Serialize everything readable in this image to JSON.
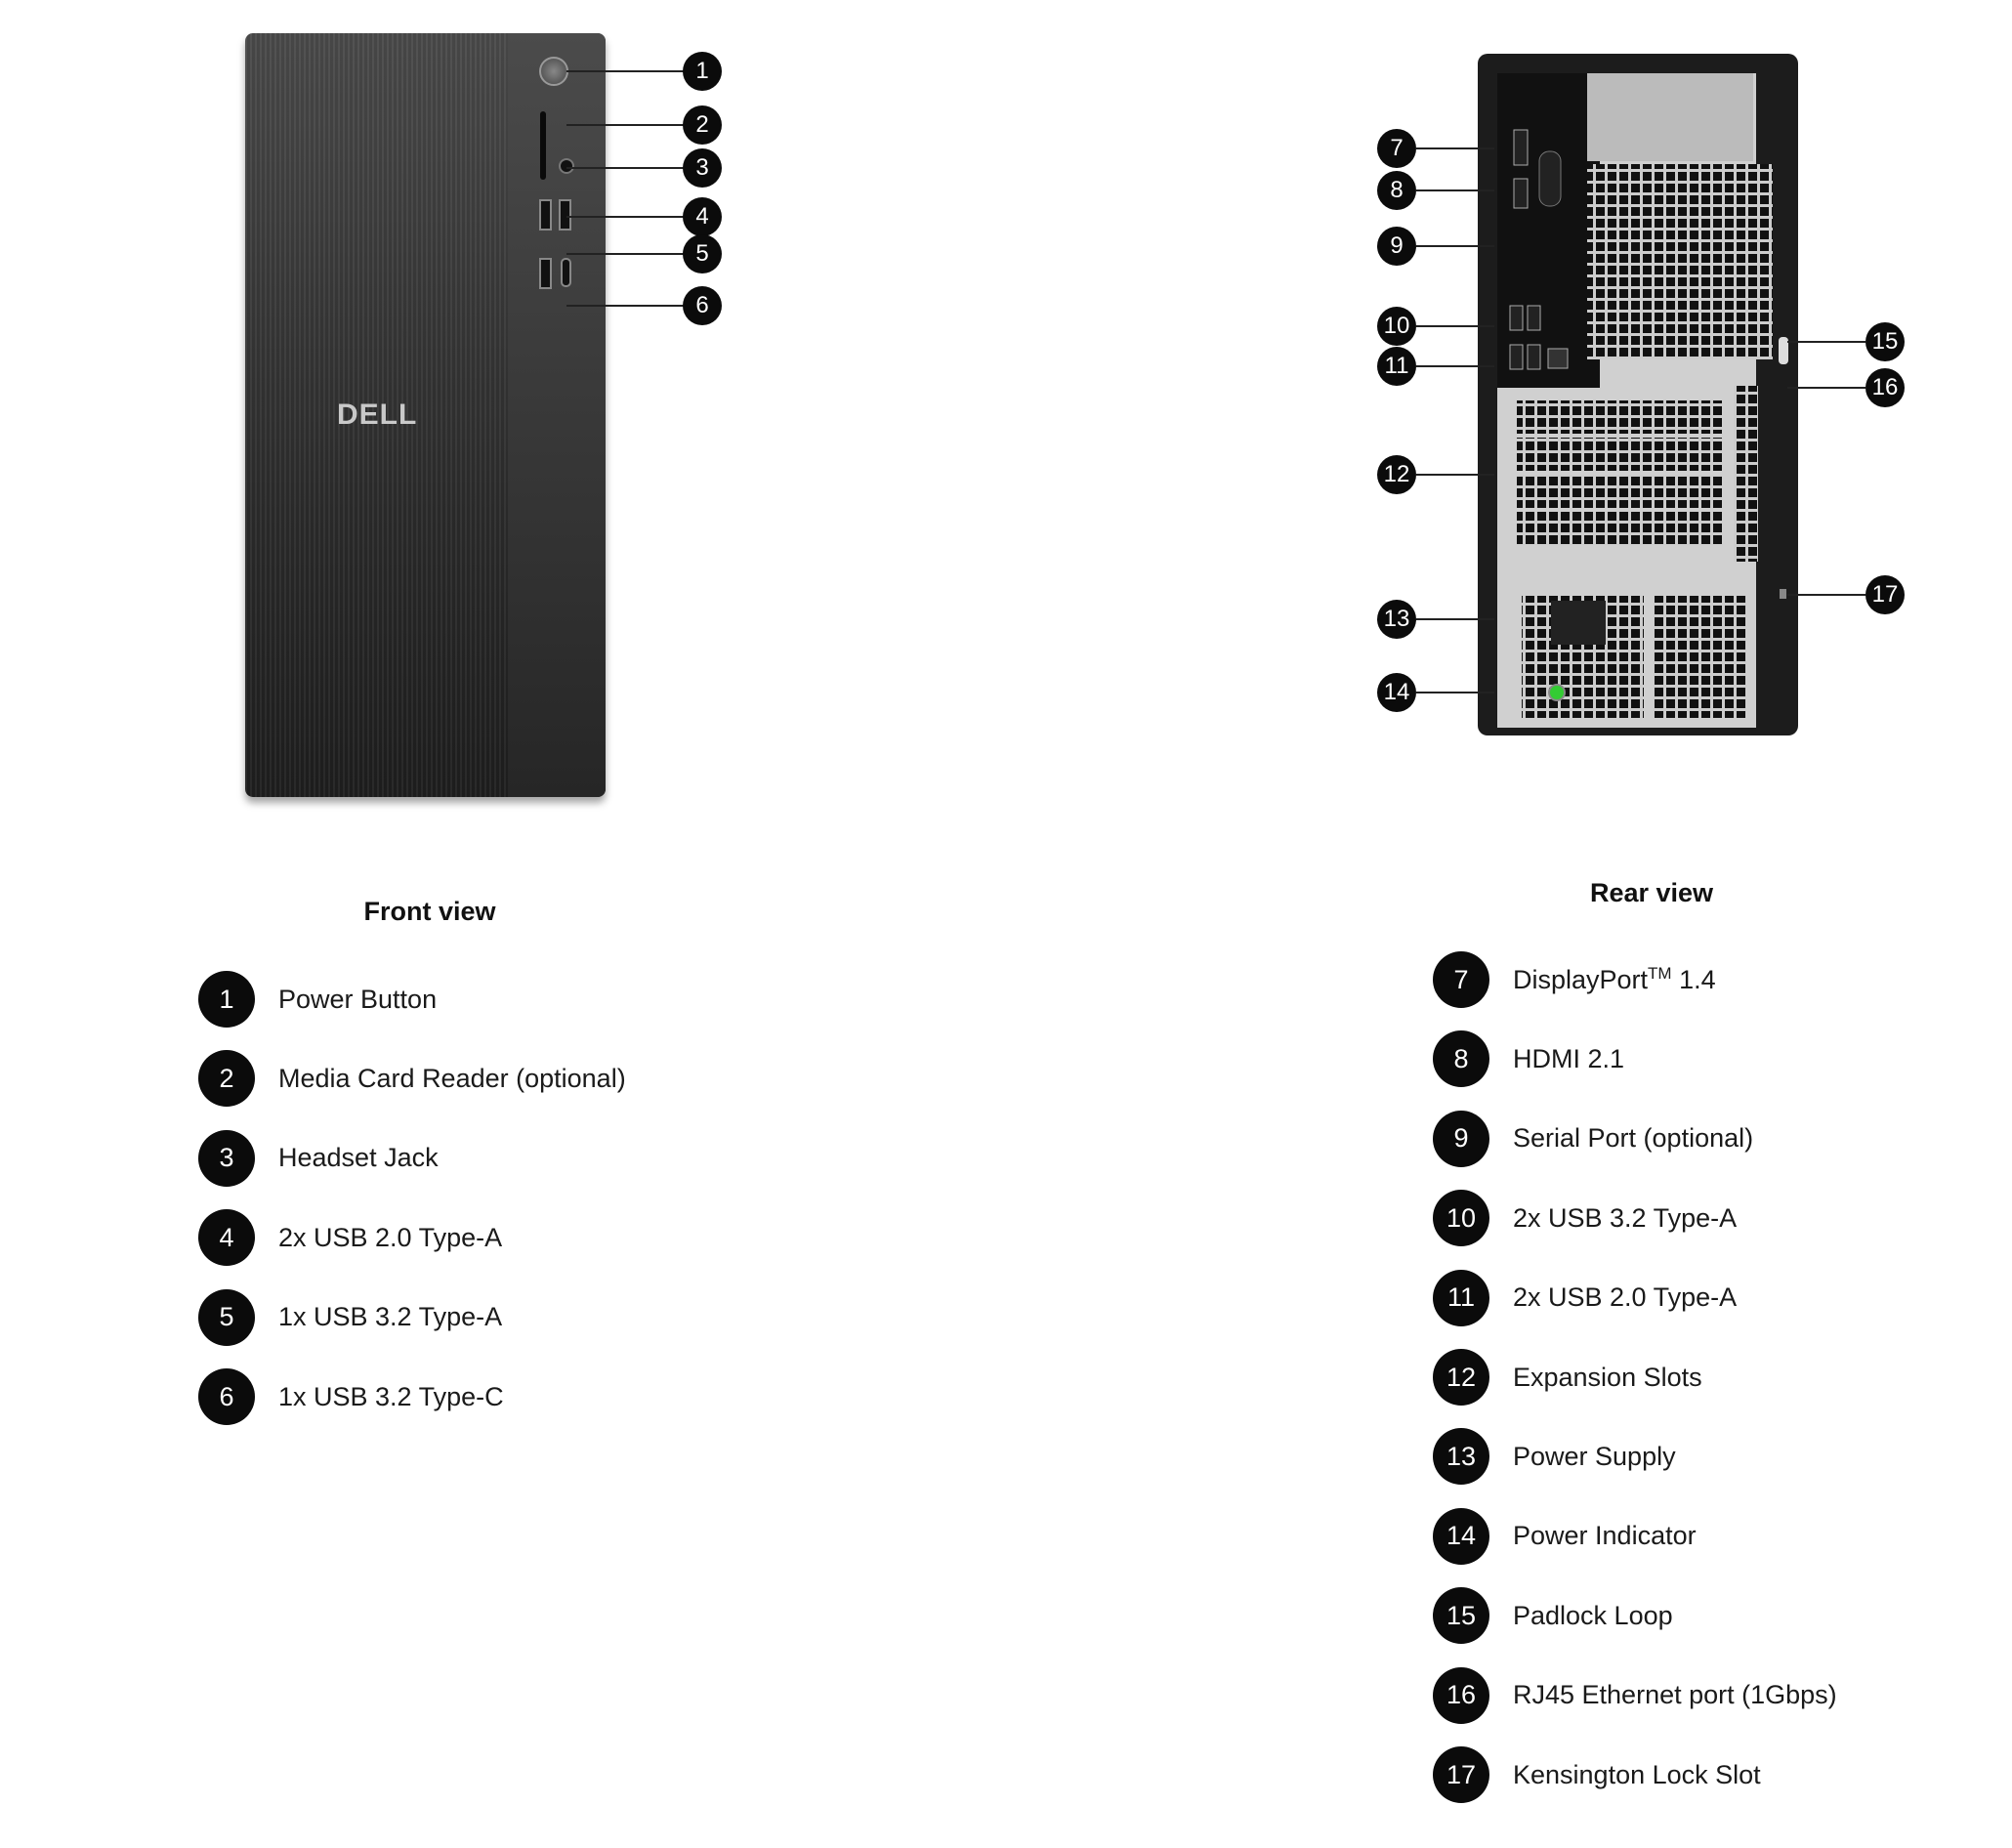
{
  "brand": "DELL",
  "front": {
    "title": "Front view",
    "items": [
      {
        "n": "1",
        "label": "Power Button"
      },
      {
        "n": "2",
        "label": "Media Card Reader (optional)"
      },
      {
        "n": "3",
        "label": "Headset Jack"
      },
      {
        "n": "4",
        "label": "2x USB 2.0 Type-A"
      },
      {
        "n": "5",
        "label": "1x USB 3.2 Type-A"
      },
      {
        "n": "6",
        "label": "1x USB 3.2 Type-C"
      }
    ]
  },
  "rear": {
    "title": "Rear view",
    "items": [
      {
        "n": "7",
        "label": "DisplayPort",
        "sup": "TM",
        "suffix": " 1.4"
      },
      {
        "n": "8",
        "label": "HDMI 2.1"
      },
      {
        "n": "9",
        "label": "Serial Port (optional)"
      },
      {
        "n": "10",
        "label": "2x USB 3.2 Type-A"
      },
      {
        "n": "11",
        "label": "2x USB 2.0 Type-A"
      },
      {
        "n": "12",
        "label": "Expansion Slots"
      },
      {
        "n": "13",
        "label": "Power Supply"
      },
      {
        "n": "14",
        "label": "Power Indicator"
      },
      {
        "n": "15",
        "label": "Padlock Loop"
      },
      {
        "n": "16",
        "label": "RJ45 Ethernet port (1Gbps)"
      },
      {
        "n": "17",
        "label": "Kensington Lock Slot"
      }
    ]
  }
}
